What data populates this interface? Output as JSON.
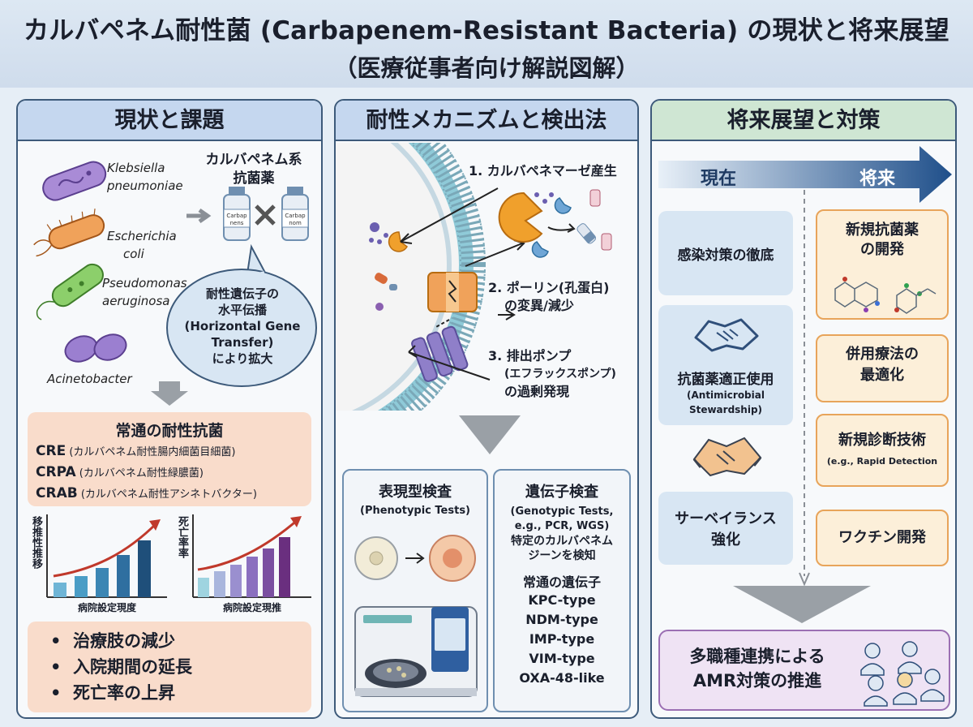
{
  "title": {
    "line1": "カルバペネム耐性菌 (Carbapenem-Resistant Bacteria) の現状と将来展望",
    "line2": "（医療従事者向け解説図解）"
  },
  "panel1": {
    "heading": "現状と課題",
    "bacteria": [
      {
        "line1": "Klebsiella",
        "line2": "pneumoniae"
      },
      {
        "line1": "Escherichia",
        "line2": "coli"
      },
      {
        "line1": "Pseudomonas",
        "line2": "aeruginosa"
      },
      {
        "line1": "Acinetobacter",
        "line2": ""
      }
    ],
    "antibiotic_label": {
      "line1": "カルバペネム系",
      "line2": "抗菌薬"
    },
    "vial_labels": [
      {
        "line1": "Carbap",
        "line2": "nens"
      },
      {
        "line1": "Carbap",
        "line2": "nom"
      }
    ],
    "bubble": {
      "line1": "耐性遺伝子の",
      "line2": "水平伝播",
      "line3": "(Horizontal Gene",
      "line4": "Transfer)",
      "line5": "により拡大"
    },
    "common_title": "常通の耐性抗菌",
    "common_items": [
      {
        "abbr": "CRE",
        "desc": "(カルバペネム耐性腸内細菌目細菌)"
      },
      {
        "abbr": "CRPA",
        "desc": "(カルバペネム耐性緑膿菌)"
      },
      {
        "abbr": "CRAB",
        "desc": "(カルバペネム耐性アシネトバクター)"
      }
    ],
    "chart1": {
      "ylabel": "移推性推移",
      "xlabel": "病院設定現度"
    },
    "chart2": {
      "ylabel": "死亡率率",
      "xlabel": "病院設定現推"
    },
    "outcomes": [
      "治療肢の減少",
      "入院期間の延長",
      "死亡率の上昇"
    ]
  },
  "panel2": {
    "heading": "耐性メカニズムと検出法",
    "mechanisms": [
      {
        "line1": "1. カルバペネマーゼ産生",
        "line2": ""
      },
      {
        "line1": "2. ポーリン(孔蛋白)",
        "line2": "の変異/減少"
      },
      {
        "line1": "3. 排出ポンプ",
        "line2": "(エフラックスポンプ)",
        "line3": "の過剰発現"
      }
    ],
    "pheno": {
      "title": "表現型検査",
      "subtitle": "(Phenotypic Tests)"
    },
    "geno": {
      "title": "遺伝子検査",
      "line1": "(Genotypic Tests,",
      "line2": "e.g., PCR, WGS)",
      "line3": "特定のカルバペネム",
      "line4": "ジーンを検知",
      "genes_title": "常通の遺伝子",
      "genes": [
        "KPC-type",
        "NDM-type",
        "IMP-type",
        "VIM-type",
        "OXA-48-like"
      ]
    }
  },
  "panel3": {
    "heading": "将来展望と対策",
    "arrow_now": "現在",
    "arrow_future": "将来",
    "left_items": [
      {
        "line1": "感染対策の徹底",
        "line2": ""
      },
      {
        "line1": "抗菌薬適正使用",
        "line2": "(Antimicrobial",
        "line3": "Stewardship)"
      },
      {
        "line1": "サーベイランス",
        "line2": "強化"
      }
    ],
    "right_items": [
      {
        "line1": "新規抗菌薬",
        "line2": "の開発"
      },
      {
        "line1": "併用療法の",
        "line2": "最適化"
      },
      {
        "line1": "新規診断技術",
        "line2": "(e.g., Rapid Detection"
      },
      {
        "line1": "ワクチン開発",
        "line2": ""
      }
    ],
    "bottom": {
      "line1": "多職種連携による",
      "line2": "AMR対策の推進"
    }
  },
  "colors": {
    "navy": "#1f3b63",
    "panel_border": "#3d5a7a",
    "peach": "#f9dccb",
    "orange_border": "#e8a45a",
    "purple_border": "#9b6fb3",
    "chart_red": "#c0392b"
  },
  "icons": [
    "klebsiella-bacterium-icon",
    "ecoli-bacterium-icon",
    "pseudomonas-bacterium-icon",
    "acinetobacter-bacterium-icon",
    "antibiotic-vial-icon",
    "cross-icon",
    "speech-bubble-icon",
    "cell-membrane-icon",
    "carbapenemase-enzyme-icon",
    "porin-channel-icon",
    "efflux-pump-icon",
    "petri-dish-icon",
    "sequencer-machine-icon",
    "handshake-icon",
    "molecule-icon",
    "healthcare-team-icon"
  ]
}
